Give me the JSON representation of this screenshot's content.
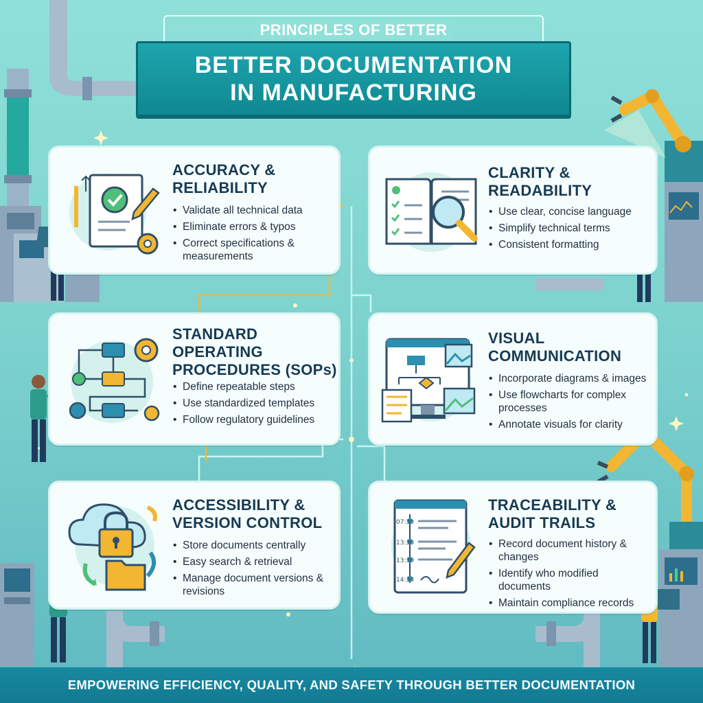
{
  "header": {
    "subtitle": "PRINCIPLES OF BETTER",
    "title_line1": "BETTER DOCUMENTATION",
    "title_line2": "IN MANUFACTURING"
  },
  "cards": [
    {
      "title_line1": "ACCURACY &",
      "title_line2": "RELIABILITY",
      "icon": "checked-document-with-pencil-and-gear",
      "bullets": [
        "Validate all technical data",
        "Eliminate errors & typos",
        "Correct specifications & measurements"
      ]
    },
    {
      "title_line1": "CLARITY &",
      "title_line2": "READABILITY",
      "icon": "open-book-with-magnifier",
      "bullets": [
        "Use clear, concise language",
        "Simplify technical terms",
        "Consistent formatting"
      ]
    },
    {
      "title_line1": "STANDARD",
      "title_line2": "OPERATING",
      "title_line3": "PROCEDURES (SOPs)",
      "icon": "process-flowchart-with-gears",
      "bullets": [
        "Define repeatable steps",
        "Use standardized templates",
        "Follow regulatory guidelines"
      ]
    },
    {
      "title_line1": "VISUAL",
      "title_line2": "COMMUNICATION",
      "icon": "monitor-with-diagrams-and-images",
      "bullets": [
        "Incorporate diagrams & images",
        "Use flowcharts for complex processes",
        "Annotate visuals for clarity"
      ]
    },
    {
      "title_line1": "ACCESSIBILITY &",
      "title_line2": "VERSION CONTROL",
      "icon": "cloud-lock-folder",
      "bullets": [
        "Store documents centrally",
        "Easy search & retrieval",
        "Manage document versions & revisions"
      ]
    },
    {
      "title_line1": "TRACEABILITY &",
      "title_line2": "AUDIT TRAILS",
      "icon": "timeline-log-with-pen",
      "times": [
        "07:30",
        "13:30",
        "13:30",
        "14:30"
      ],
      "bullets": [
        "Record document history & changes",
        "Identify who modified documents",
        "Maintain compliance records"
      ]
    }
  ],
  "footer": {
    "tagline": "EMPOWERING EFFICIENCY, QUALITY, AND SAFETY THROUGH BETTER DOCUMENTATION"
  },
  "colors": {
    "background_top": "#8fe0d9",
    "background_bottom": "#5fb9c0",
    "banner": "#1ea5ad",
    "card_title": "#163a52",
    "accent_yellow": "#f2b632",
    "footer": "#127a93"
  }
}
